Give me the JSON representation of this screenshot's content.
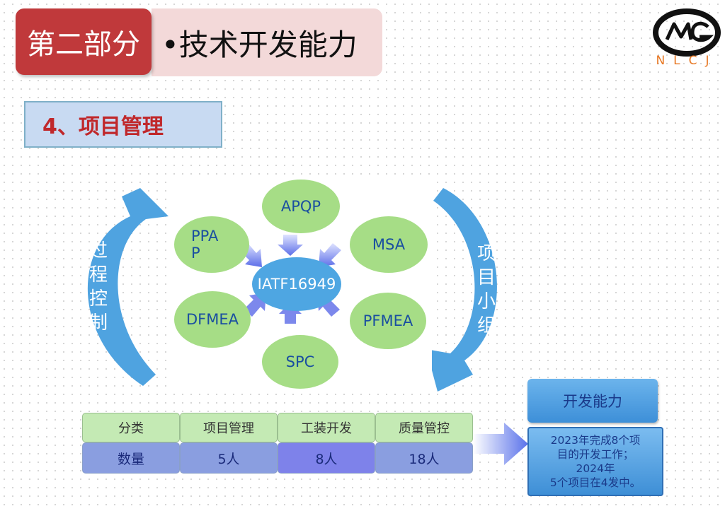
{
  "header": {
    "section": "第二部分",
    "title": "•技术开发能力"
  },
  "logo": {
    "text": "NLCJ",
    "color": "#e87722"
  },
  "subheader": {
    "title": "4、项目管理",
    "color": "#c0282b"
  },
  "diagram": {
    "center": "IATF16949",
    "nodes": {
      "apqp": "APQP",
      "ppap_line1": "PPA",
      "ppap_line2": "P",
      "msa": "MSA",
      "dfmea": "DFMEA",
      "pfmea": "PFMEA",
      "spc": "SPC"
    },
    "left_arc": [
      "过",
      "程",
      "控",
      "制"
    ],
    "right_arc": [
      "项",
      "目",
      "小",
      "组"
    ]
  },
  "table": {
    "headers": [
      "分类",
      "项目管理",
      "工装开发",
      "质量管控"
    ],
    "values": [
      "数量",
      "5人",
      "8人",
      "18人"
    ]
  },
  "dev": {
    "title": "开发能力",
    "line1": "2023年完成8个项",
    "line2": "目的开发工作；",
    "line3": "2024年",
    "line4": "5个项目在4发中。"
  },
  "colors": {
    "section_bg": "#c0393b",
    "title_bg": "#f3d9d9",
    "node_green": "#a6dd86",
    "node_blue": "#4ea6e2",
    "arc_blue": "#4fa3e0"
  }
}
